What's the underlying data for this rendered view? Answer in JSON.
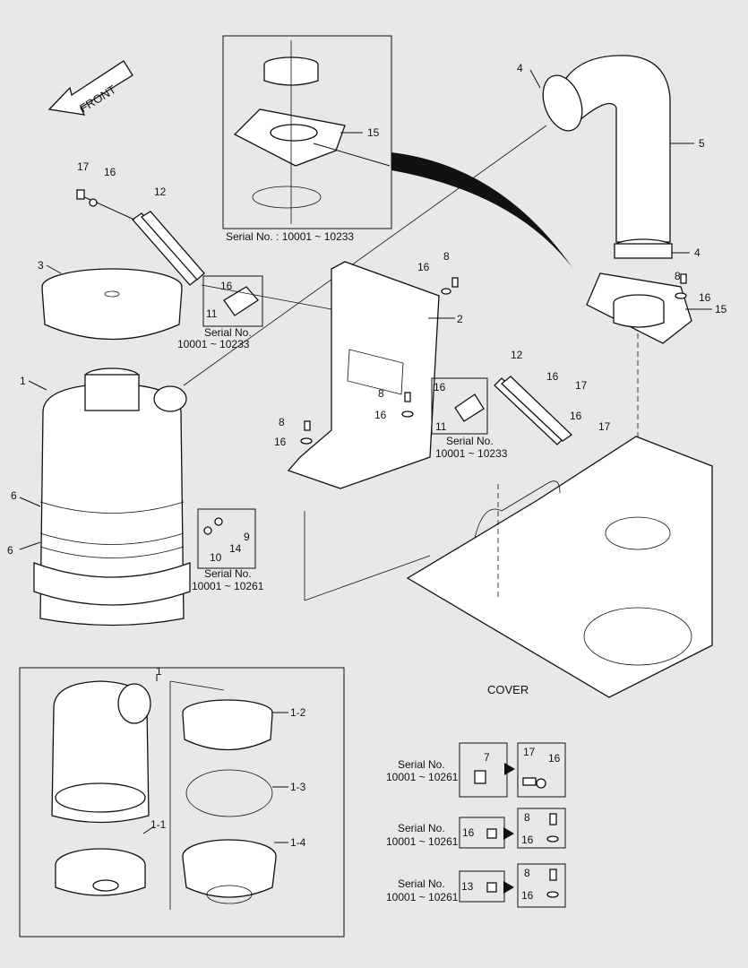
{
  "front_label": "FRONT",
  "cover_label": "COVER",
  "inset_top_serial": "Serial No. : 10001 ~ 10233",
  "serial_word": "Serial No.",
  "serial_range_10233": "10001 ~ 10233",
  "serial_range_10261": "10001 ~ 10261",
  "callouts": {
    "c1": "1",
    "c1b": "1",
    "c2": "2",
    "c3": "3",
    "c4a": "4",
    "c4b": "4",
    "c5": "5",
    "c6a": "6",
    "c6b": "6",
    "c8a": "8",
    "c8b": "8",
    "c8c": "8",
    "c8d": "8",
    "c8e": "8",
    "c8f": "8",
    "c9": "9",
    "c10": "10",
    "c11a": "11",
    "c11b": "11",
    "c12a": "12",
    "c12b": "12",
    "c13": "13",
    "c14": "14",
    "c15a": "15",
    "c15b": "15",
    "c16a": "16",
    "c16b": "16",
    "c16c": "16",
    "c16d": "16",
    "c16e": "16",
    "c16f": "16",
    "c16g": "16",
    "c16h": "16",
    "c16i": "16",
    "c16j": "16",
    "c16k": "16",
    "c16l": "16",
    "c16m": "16",
    "c17a": "17",
    "c17b": "17",
    "c17c": "17",
    "c17d": "17",
    "c7": "7",
    "c1_1": "1-1",
    "c1_2": "1-2",
    "c1_3": "1-3",
    "c1_4": "1-4"
  }
}
